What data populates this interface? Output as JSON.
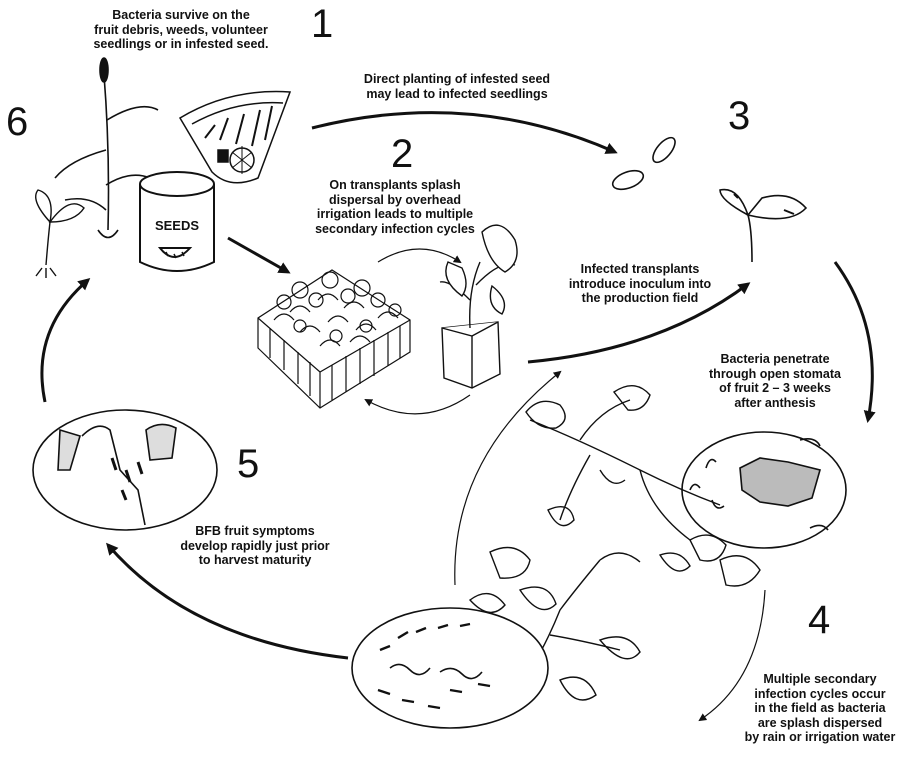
{
  "stages": [
    {
      "number": "1",
      "caption": "Bacteria survive on the\nfruit debris, weeds, volunteer\nseedlings or in infested seed."
    },
    {
      "number": "2",
      "caption": "On transplants splash\ndispersal by overhead\nirrigation leads to multiple\nsecondary infection cycles"
    },
    {
      "number": "3",
      "caption": "Direct planting of infested seed\nmay lead to infected seedlings"
    },
    {
      "number": "4",
      "caption": "Multiple secondary\ninfection cycles occur\nin the field as bacteria\nare splash dispersed\nby rain or irrigation water"
    },
    {
      "number": "5",
      "caption": "BFB fruit symptoms\ndevelop rapidly just prior\nto harvest maturity"
    },
    {
      "number": "6",
      "caption": ""
    }
  ],
  "transplant_caption": "Infected transplants\nintroduce inoculum into\nthe production field",
  "penetration_caption": "Bacteria penetrate\nthrough open stomata\nof fruit 2 – 3 weeks\nafter anthesis",
  "seed_can_label": "SEEDS"
}
